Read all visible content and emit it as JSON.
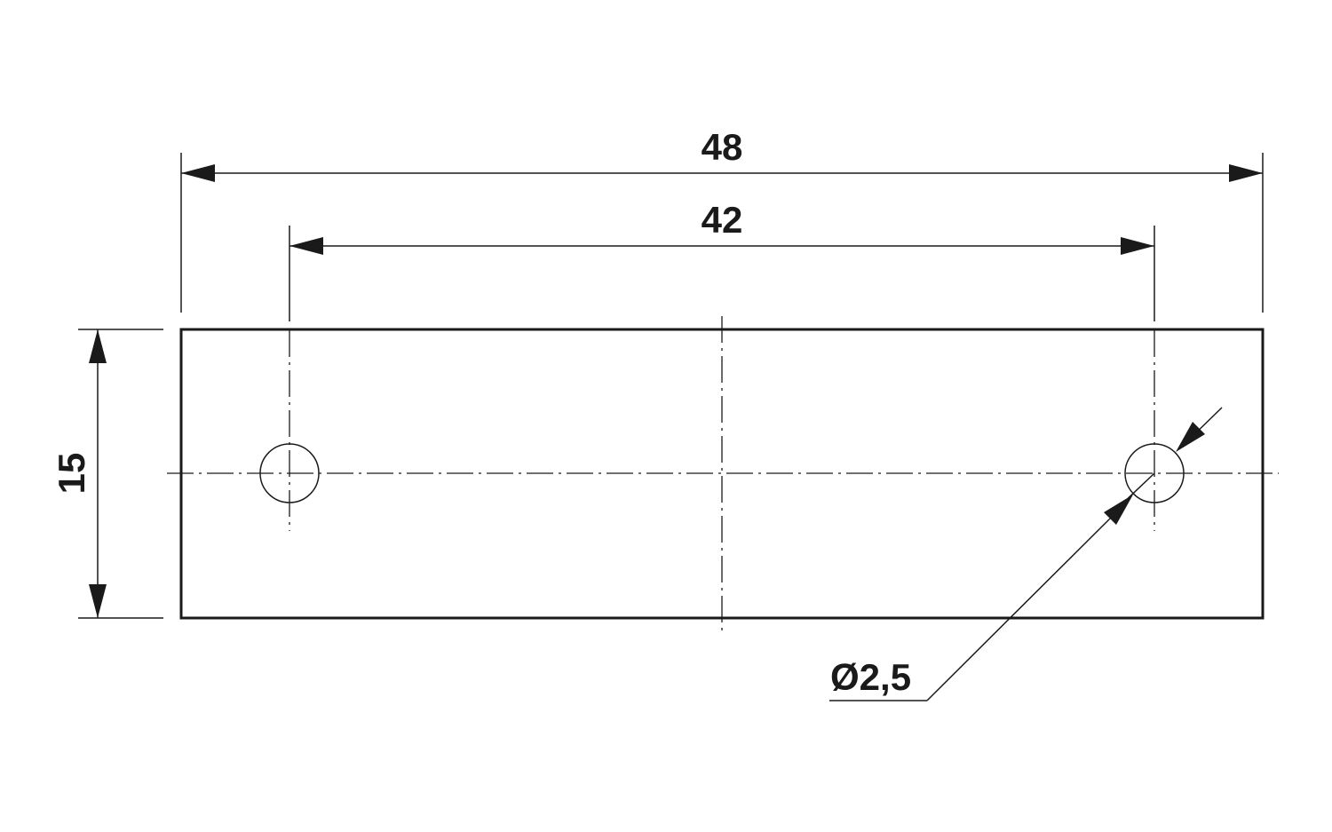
{
  "dimensions": {
    "overall_length": "48",
    "hole_spacing": "42",
    "height": "15",
    "hole_diameter": "Ø2,5"
  },
  "colors": {
    "line": "#1a1a1a",
    "background": "#ffffff"
  }
}
